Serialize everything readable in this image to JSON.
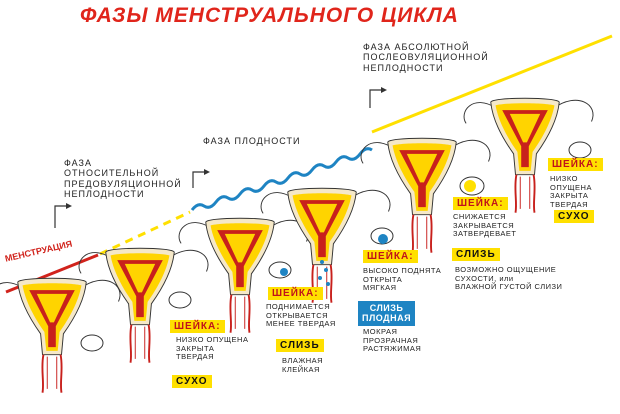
{
  "title": "ФАЗЫ МЕНСТРУАЛЬНОГО ЦИКЛА",
  "phases": {
    "menstruation": "МЕНСТРУАЦИЯ",
    "relative_line1": "ФАЗА",
    "relative_line2": "ОТНОСИТЕЛЬНОЙ",
    "relative_line3": "ПРЕДОВУЛЯЦИОННОЙ",
    "relative_line4": "НЕПЛОДНОСТИ",
    "fertility": "ФАЗА ПЛОДНОСТИ",
    "absolute_line1": "ФАЗА АБСОЛЮТНОЙ",
    "absolute_line2": "ПОСЛЕОВУЛЯЦИОННОЙ",
    "absolute_line3": "НЕПЛОДНОСТИ"
  },
  "stage1": {
    "cervix_label": "ШЕЙКА:",
    "cervix_line1": "НИЗКО ОПУЩЕНА",
    "cervix_line2": "ЗАКРЫТА",
    "cervix_line3": "ТВЕРДАЯ",
    "mucus_state": "СУХО"
  },
  "stage2": {
    "cervix_label": "ШЕЙКА:",
    "cervix_line1": "ПОДНИМАЕТСЯ",
    "cervix_line2": "ОТКРЫВАЕТСЯ",
    "cervix_line3": "МЕНЕЕ ТВЕРДАЯ",
    "mucus_label": "СЛИЗЬ",
    "mucus_line1": "ВЛАЖНАЯ",
    "mucus_line2": "КЛЕЙКАЯ"
  },
  "stage3": {
    "cervix_label": "ШЕЙКА:",
    "cervix_line1": "ВЫСОКО ПОДНЯТА",
    "cervix_line2": "ОТКРЫТА",
    "cervix_line3": "МЯГКАЯ",
    "mucus_badge_line1": "СЛИЗЬ",
    "mucus_badge_line2": "ПЛОДНАЯ",
    "mucus_line1": "МОКРАЯ",
    "mucus_line2": "ПРОЗРАЧНАЯ",
    "mucus_line3": "РАСТЯЖИМАЯ"
  },
  "stage4": {
    "cervix_label": "ШЕЙКА:",
    "cervix_line1": "СНИЖАЕТСЯ",
    "cervix_line2": "ЗАКРЫВАЕТСЯ",
    "cervix_line3": "ЗАТВЕРДЕВАЕТ",
    "mucus_label": "СЛИЗЬ",
    "mucus_line1": "ВОЗМОЖНО ОЩУЩЕНИЕ",
    "mucus_line2": "СУХОСТИ, или",
    "mucus_line3": "ВЛАЖНОЙ ГУСТОЙ СЛИЗИ"
  },
  "stage5": {
    "cervix_label": "ШЕЙКА:",
    "cervix_line1": "НИЗКО ОПУЩЕНА",
    "cervix_line2": "ЗАКРЫТА",
    "cervix_line3": "ТВЕРДАЯ",
    "mucus_state": "СУХО"
  },
  "colors": {
    "title_red": "#e0251b",
    "menstruation_red": "#d1231c",
    "fertile_blue": "#1e84c3",
    "infertile_yellow": "#ffe000",
    "uterus_red": "#c8201c"
  }
}
